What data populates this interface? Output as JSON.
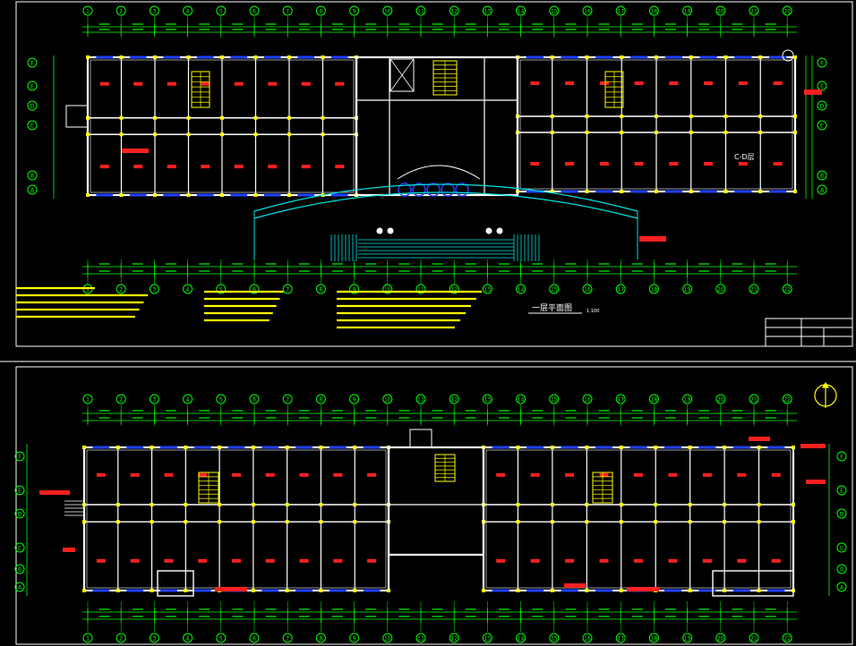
{
  "colors": {
    "background": "#000000",
    "frame": "#ffffff",
    "wall": "#ffffff",
    "axis": "#00ff00",
    "dimension": "#00ff00",
    "room_label": "#ff2020",
    "window": "#2040ff",
    "column": "#ffff00",
    "stair": "#ffff00",
    "plaza": "#00e0e0",
    "notes": "#ffff00",
    "annotation": "#ff2020"
  },
  "sheet1": {
    "axis_labels": [
      "1",
      "2",
      "3",
      "4",
      "5",
      "6",
      "7",
      "8",
      "9",
      "10",
      "11",
      "12",
      "13",
      "14",
      "15",
      "16",
      "17",
      "18",
      "19",
      "20",
      "21",
      "22"
    ],
    "row_labels": [
      "F",
      "E",
      "D",
      "C",
      "B",
      "A"
    ],
    "title": "一层平面图",
    "scale": "1:100",
    "callout": "C-D层"
  },
  "sheet2": {
    "axis_labels": [
      "1",
      "2",
      "3",
      "4",
      "5",
      "6",
      "7",
      "8",
      "9",
      "10",
      "11",
      "12",
      "13",
      "14",
      "15",
      "16",
      "17",
      "18",
      "19",
      "20",
      "21",
      "22"
    ],
    "row_labels": [
      "F",
      "E",
      "D",
      "C",
      "B",
      "A"
    ]
  },
  "icons": {
    "north_arrow": "north-arrow-icon"
  }
}
